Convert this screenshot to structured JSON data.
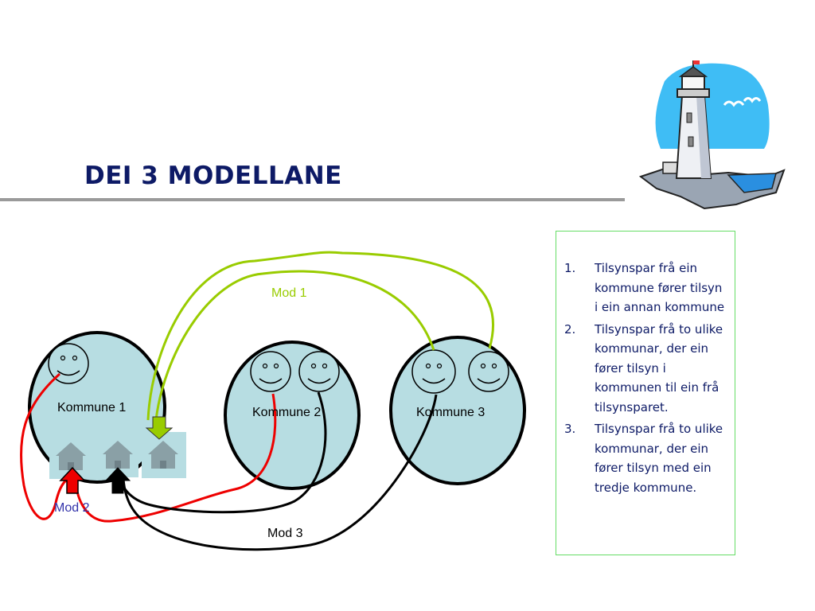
{
  "title": "DEI 3 MODELLANE",
  "diagram": {
    "municipalities": [
      "Kommune 1",
      "Kommune 2",
      "Kommune 3"
    ],
    "models": [
      {
        "label": "Mod 1",
        "color": "#99cc00"
      },
      {
        "label": "Mod 2",
        "color": "#ee0000"
      },
      {
        "label": "Mod 3",
        "color": "#000000"
      }
    ],
    "colors": {
      "municipality_fill": "#b7dde2",
      "house_fill": "#8aa0a6",
      "text_blue": "#0d1a66",
      "mod2_label": "#3333aa"
    }
  },
  "list": [
    {
      "num": "1.",
      "text": "Tilsynspar frå ein kommune fører tilsyn i ein annan kommune"
    },
    {
      "num": "2.",
      "text": "Tilsynspar frå to ulike kommunar, der ein fører tilsyn i kommunen til ein frå tilsynsparet."
    },
    {
      "num": "3.",
      "text": "Tilsynspar frå to ulike kommunar, der ein fører tilsyn med ein tredje kommune."
    }
  ]
}
